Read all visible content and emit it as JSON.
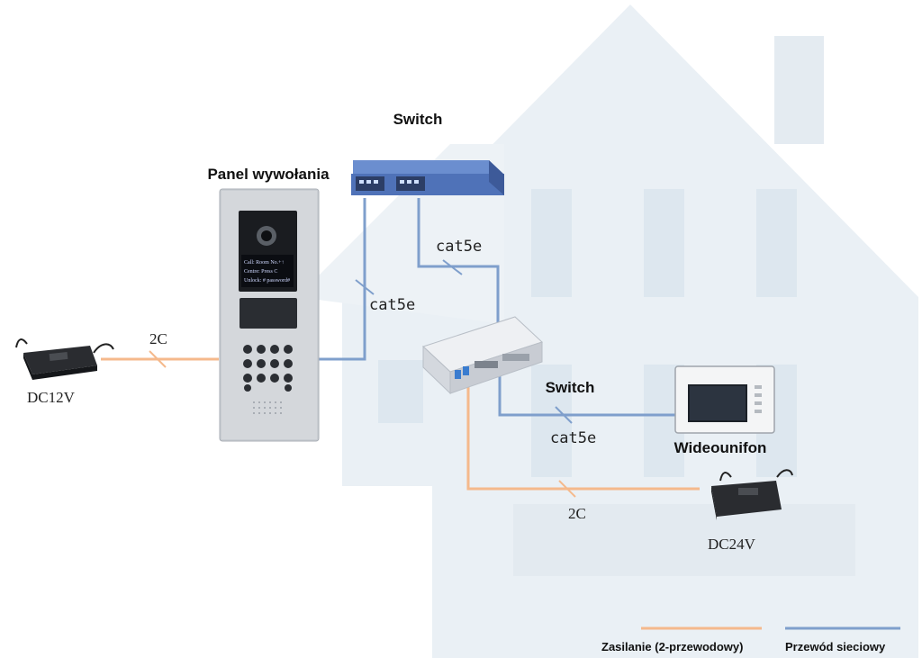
{
  "labels": {
    "switch_top": "Switch",
    "switch_mid": "Switch",
    "call_panel": "Panel wywołania",
    "video_phone": "Wideounifon",
    "dc12": "DC12V",
    "dc24": "DC24V",
    "cable_2c_left": "2C",
    "cable_2c_bottom": "2C",
    "cable_cat5e_a": "cat5e",
    "cable_cat5e_b": "cat5e",
    "cable_cat5e_c": "cat5e"
  },
  "panel_display": {
    "line1": "Call: Room No.+↑",
    "line2": "Centre: Press C",
    "line3": "Unlock: # password#"
  },
  "legend": {
    "power_label": "Zasilanie (2-przewodowy)",
    "network_label": "Przewód sieciowy",
    "power_color": "#f5b98c",
    "network_color": "#7f9fcc"
  },
  "colors": {
    "house": "#e9eff4",
    "house_window": "#dce7ef",
    "switch_blue": "#4f72b8"
  }
}
